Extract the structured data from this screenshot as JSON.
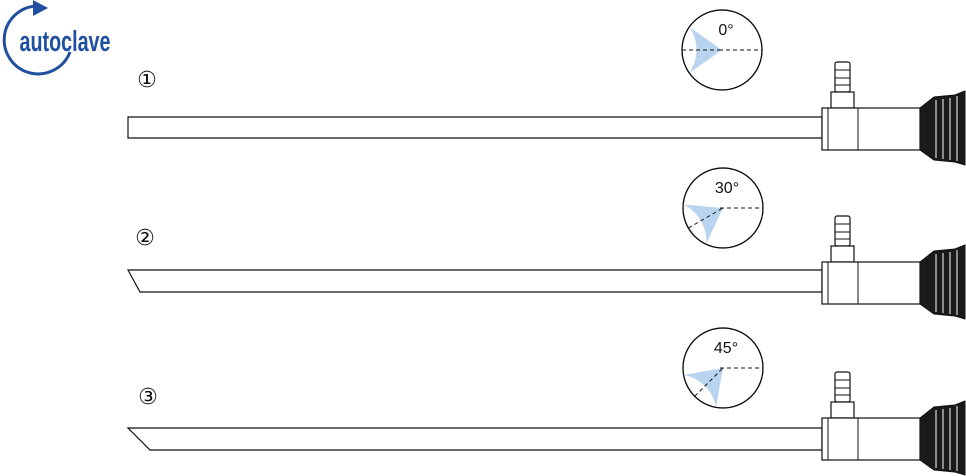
{
  "logo": {
    "text": "autoclave",
    "color": "#1f4fa0"
  },
  "colors": {
    "stroke": "#111111",
    "cone_fill": "#b8d4ef",
    "eyepiece_fill": "#1a1a1a"
  },
  "scopes": [
    {
      "number": "①",
      "angle": 0,
      "angle_label": "0°"
    },
    {
      "number": "②",
      "angle": 30,
      "angle_label": "30°"
    },
    {
      "number": "③",
      "angle": 45,
      "angle_label": "45°"
    }
  ]
}
